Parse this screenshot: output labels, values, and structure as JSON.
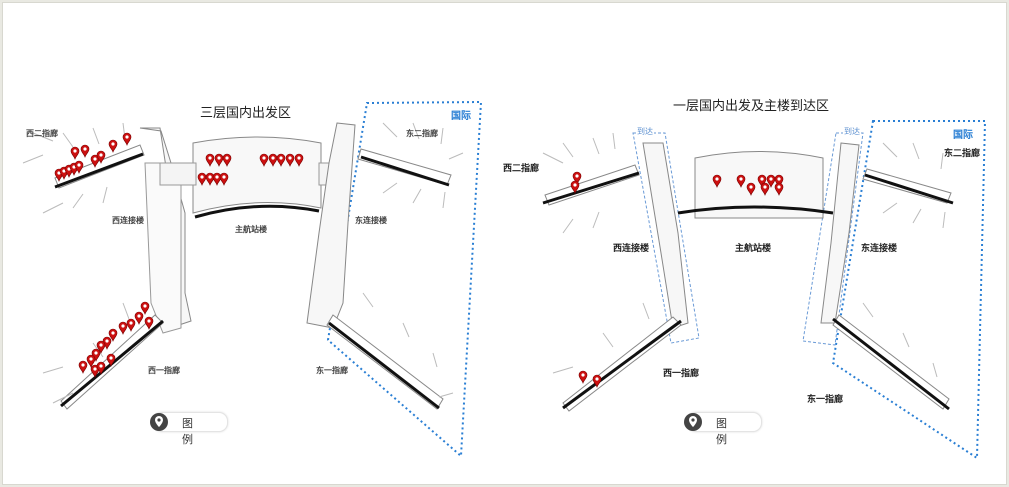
{
  "left_map": {
    "title": "三层国内出发区",
    "international_label": "国际",
    "labels": {
      "west2": "西二指廊",
      "east2": "东二指廊",
      "west_connector": "西连接楼",
      "main_terminal": "主航站楼",
      "east_connector": "东连接楼",
      "west1": "西一指廊",
      "east1": "东一指廊"
    },
    "legend": "图 例"
  },
  "right_map": {
    "title": "一层国内出发及主楼到达区",
    "international_label": "国际",
    "arrival_tags": [
      "到达",
      "到达"
    ],
    "labels": {
      "west2": "西二指廊",
      "east2": "东二指廊",
      "west_connector": "西连接楼",
      "main_terminal": "主航站楼",
      "east_connector": "东连接楼",
      "west1": "西一指廊",
      "east1": "东一指廊"
    },
    "legend": "图 例"
  },
  "colors": {
    "pin": "#cc1010",
    "intl_border": "#2a7fd4",
    "arrival_border": "#6a9ad6",
    "building_line": "#111111"
  },
  "icons": {
    "pin": "map-pin-icon",
    "legend": "legend-pin-icon"
  }
}
